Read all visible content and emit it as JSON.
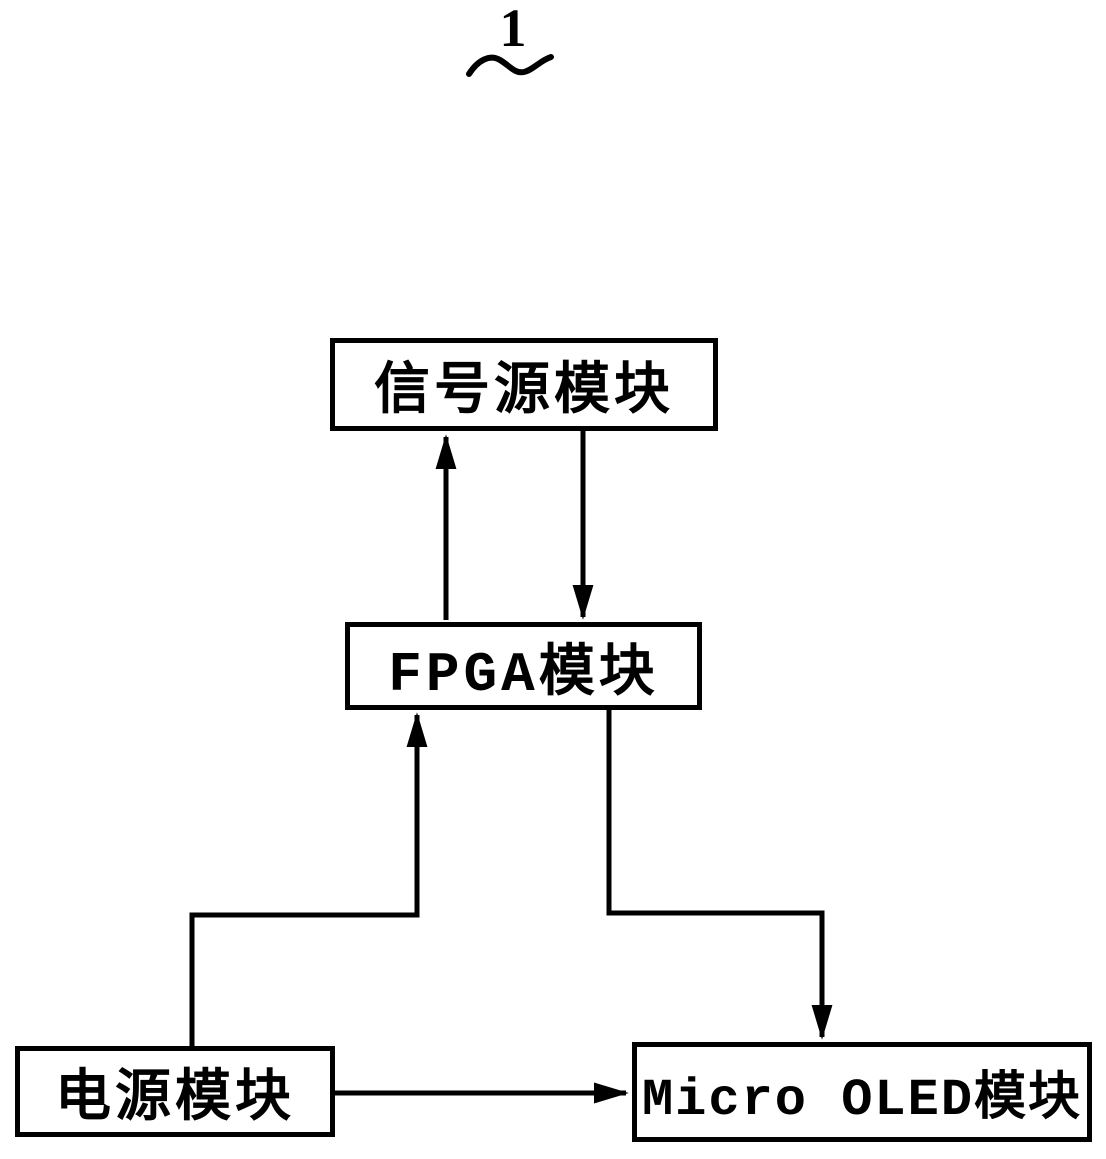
{
  "figure": {
    "label": "1"
  },
  "diagram": {
    "type": "block-diagram",
    "background_color": "#ffffff",
    "line_color": "#000000",
    "nodes": [
      {
        "id": "signal-source",
        "label": "信号源模块"
      },
      {
        "id": "fpga",
        "label": "FPGA模块"
      },
      {
        "id": "power",
        "label": "电源模块"
      },
      {
        "id": "micro-oled",
        "label": "Micro OLED模块"
      }
    ],
    "edges": [
      {
        "from": "fpga",
        "to": "signal-source",
        "style": "arrow-up"
      },
      {
        "from": "signal-source",
        "to": "fpga",
        "style": "arrow-down"
      },
      {
        "from": "power",
        "to": "fpga",
        "style": "elbow-arrow-up"
      },
      {
        "from": "fpga",
        "to": "micro-oled",
        "style": "elbow-arrow-down"
      },
      {
        "from": "power",
        "to": "micro-oled",
        "style": "arrow-right"
      }
    ]
  }
}
